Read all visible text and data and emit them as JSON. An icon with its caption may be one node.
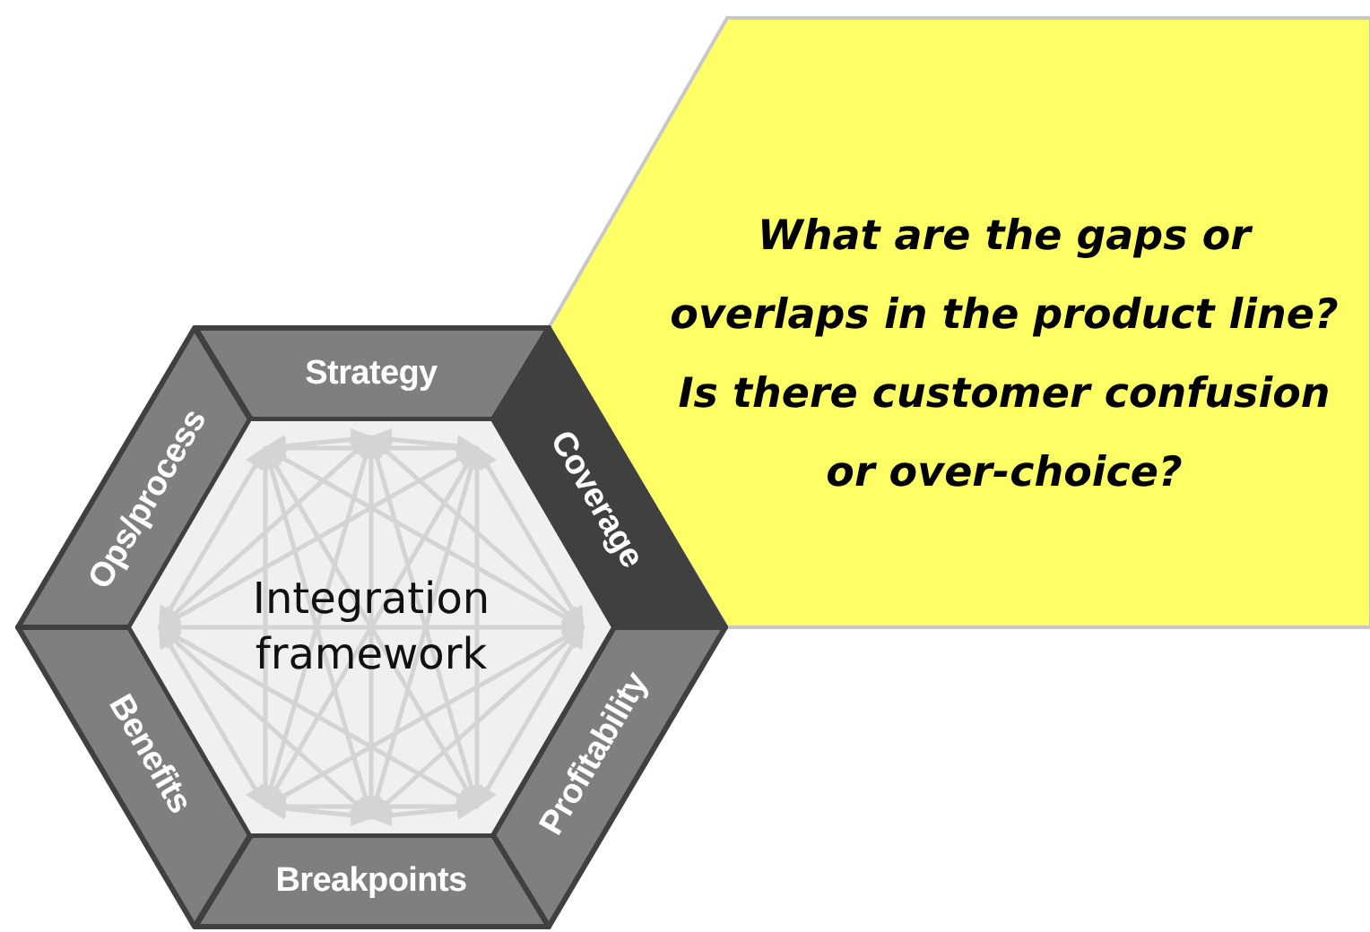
{
  "diagram": {
    "nodes": [
      {
        "text": [
          "Strategy"
        ]
      },
      {
        "text": [
          "Coverage"
        ]
      },
      {
        "text": [
          "Profitability"
        ]
      },
      {
        "text": [
          "Breakpoints"
        ]
      },
      {
        "text": [
          "Benefits"
        ]
      },
      {
        "text": [
          "Ops/process"
        ]
      },
      {
        "text": [
          "Integration framework"
        ]
      },
      {
        "text": [
          "What are the gaps or overlaps in the product line?  Is there customer confusion or over-choice?"
        ]
      }
    ]
  }
}
